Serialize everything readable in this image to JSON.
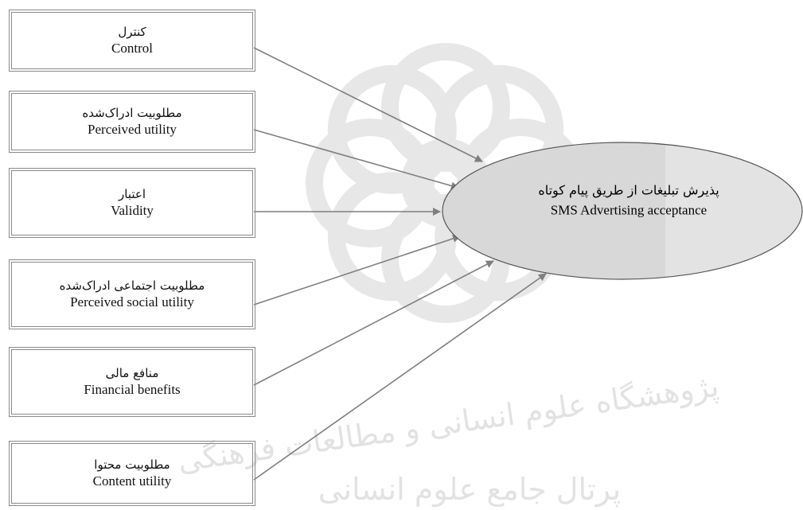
{
  "diagram": {
    "colors": {
      "arrow": "#7f7f7f",
      "box_border": "#8a8a8a",
      "ellipse_fill": "#dcdcdc",
      "ellipse_stroke": "#555555",
      "watermark": "#c8c8c8"
    },
    "factors": [
      {
        "fa": "کنترل",
        "en": "Control"
      },
      {
        "fa": "مطلوبیت ادراک‌شده",
        "en": "Perceived utility"
      },
      {
        "fa": "اعتبار",
        "en": "Validity"
      },
      {
        "fa": "مطلوبیت اجتماعی ادراک‌شده",
        "en": "Perceived social utility"
      },
      {
        "fa": "منافع مالی",
        "en": "Financial benefits"
      },
      {
        "fa": "مطلوبیت محتوا",
        "en": "Content utility"
      }
    ],
    "outcome": {
      "fa": "پذیرش تبلیغات از طریق پیام کوتاه",
      "en": "SMS Advertising acceptance"
    },
    "watermark": {
      "line1": "پژوهشگاه علوم انسانی و مطالعات فرهنگی",
      "line2": "پرتال جامع علوم انسانی"
    }
  }
}
